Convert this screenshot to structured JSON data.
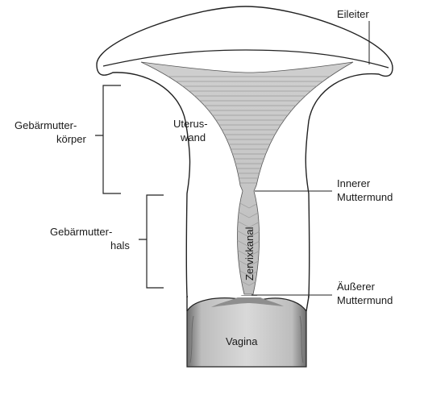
{
  "labels": {
    "eileiter": "Eileiter",
    "gebaermutter_koerper_1": "Gebärmutter-",
    "gebaermutter_koerper_2": "körper",
    "uteruswand_1": "Uterus-",
    "uteruswand_2": "wand",
    "innerer_muttermund_1": "Innerer",
    "innerer_muttermund_2": "Muttermund",
    "gebaermutterhals_1": "Gebärmutter-",
    "gebaermutterhals_2": "hals",
    "zervixkanal": "Zervixkanal",
    "aeusserer_muttermund_1": "Äußerer",
    "aeusserer_muttermund_2": "Muttermund",
    "vagina": "Vagina"
  },
  "colors": {
    "outline": "#222222",
    "cavity_fill": "#c8c8c8",
    "cavity_hatch": "#9a9a9a",
    "vagina_fill": "#b5b5b5",
    "vagina_dark": "#7a7a7a",
    "background": "#ffffff"
  }
}
